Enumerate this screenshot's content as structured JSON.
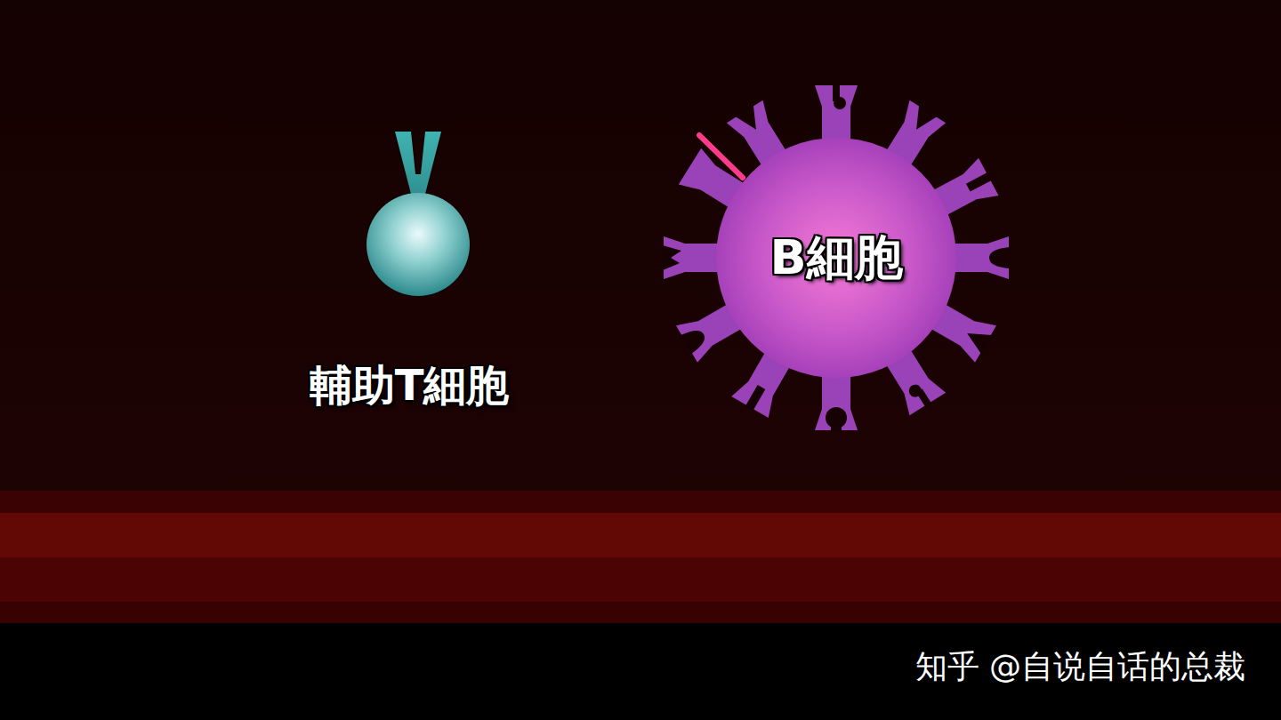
{
  "diagram": {
    "nodes": [
      {
        "text": [
          "輔助T細胞"
        ]
      },
      {
        "text": [
          "B細胞"
        ]
      }
    ],
    "labels": [
      "知乎 @自说自话的总裁"
    ]
  }
}
